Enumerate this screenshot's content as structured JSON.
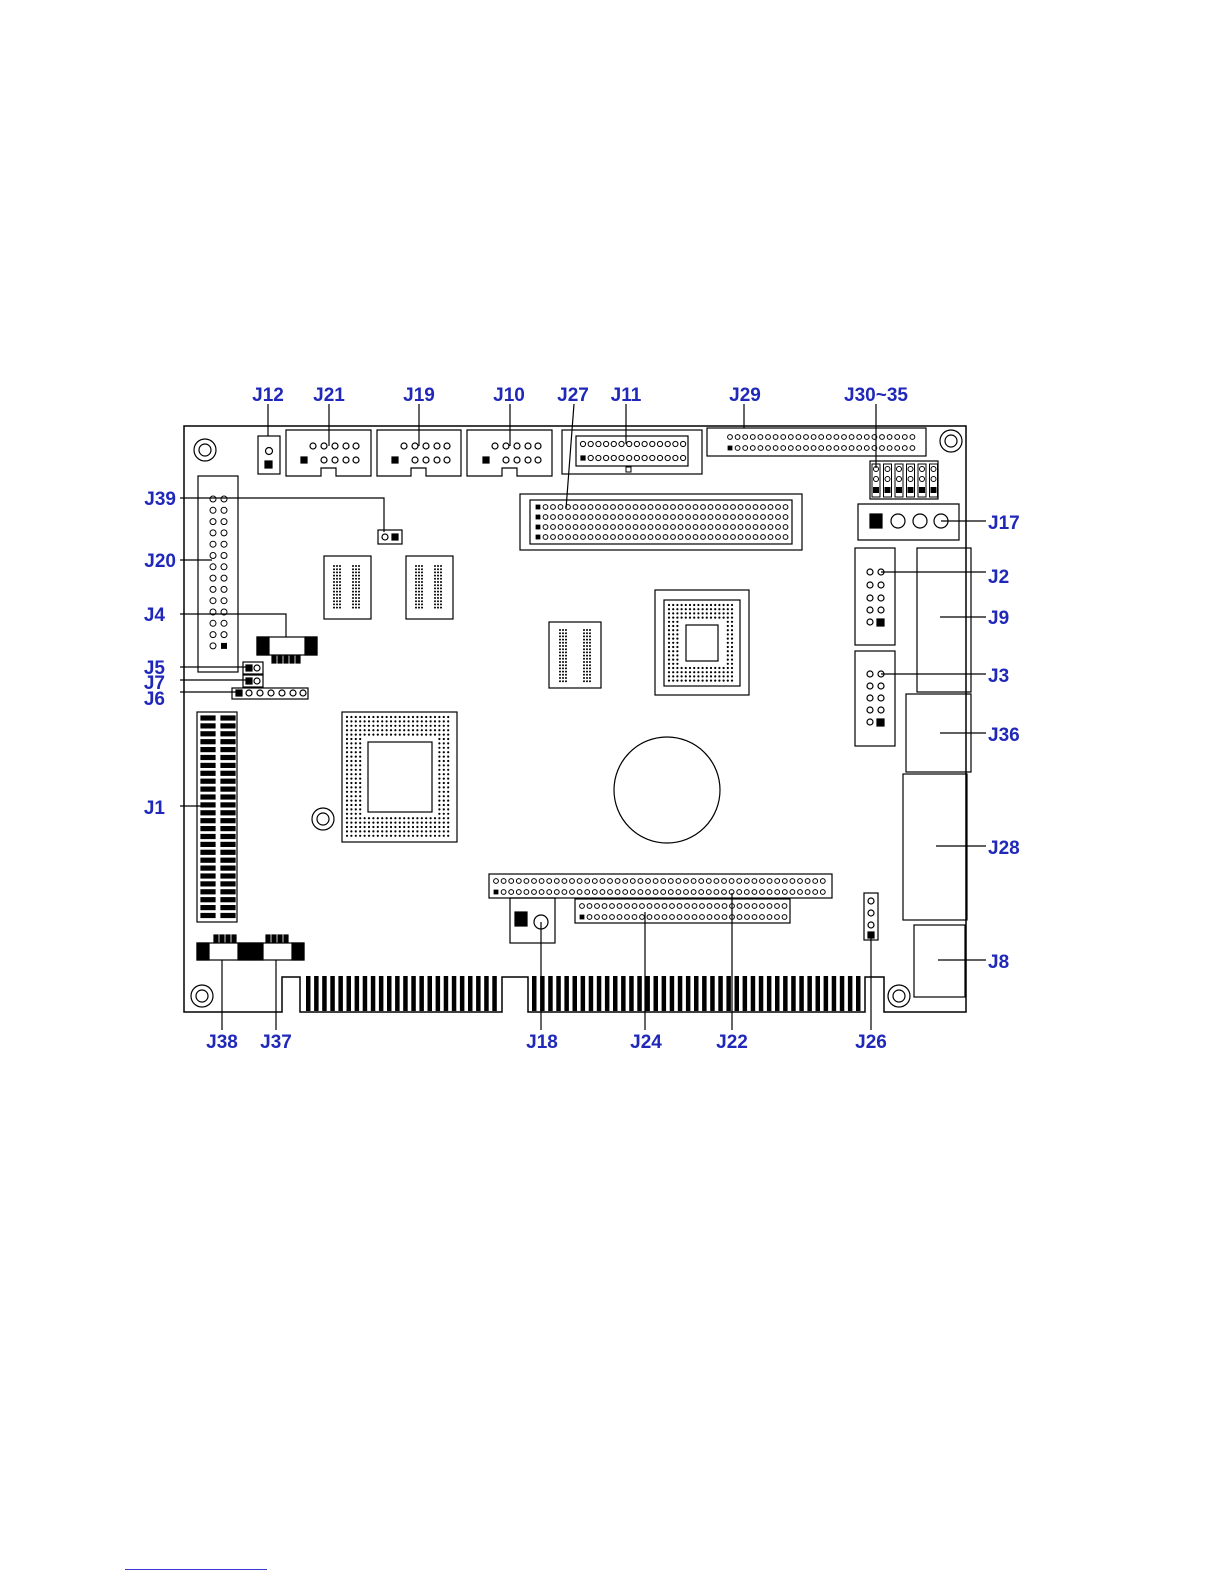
{
  "colors": {
    "label": "#1f28b8",
    "line": "#000000",
    "footer_rule": "#3b3bd1"
  },
  "labels": {
    "j12": "J12",
    "j21": "J21",
    "j19": "J19",
    "j10": "J10",
    "j27": "J27",
    "j11": "J11",
    "j29": "J29",
    "j30_35": "J30~35",
    "j39": "J39",
    "j17": "J17",
    "j20": "J20",
    "j2": "J2",
    "j4": "J4",
    "j9": "J9",
    "j5": "J5",
    "j7": "J7",
    "j6": "J6",
    "j3": "J3",
    "j36": "J36",
    "j1": "J1",
    "j28": "J28",
    "j8": "J8",
    "j38": "J38",
    "j37": "J37",
    "j18": "J18",
    "j24": "J24",
    "j22": "J22",
    "j26": "J26"
  }
}
